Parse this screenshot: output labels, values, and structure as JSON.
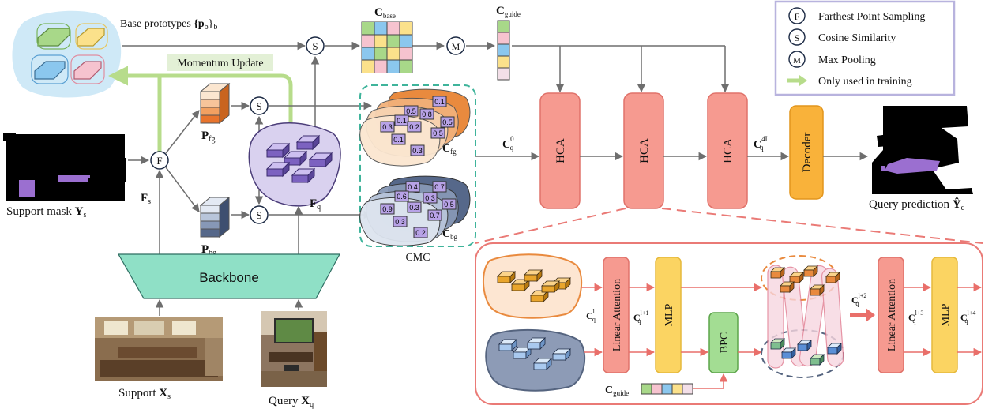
{
  "labels": {
    "base_prototypes": "Base prototypes",
    "base_prototypes_math": "{p",
    "base_prototypes_sub": "b",
    "base_prototypes_close": "}",
    "base_prototypes_sub2": "b",
    "momentum_update": "Momentum Update",
    "c_base": "C",
    "c_base_sub": "base",
    "c_guide": "C",
    "c_guide_sub": "guide",
    "cmc": "CMC",
    "support_mask": "Support mask",
    "support_mask_math": "Y",
    "support_mask_sub": "s",
    "fs": "F",
    "fs_sub": "s",
    "fq": "F",
    "fq_sub": "q",
    "pfg": "P",
    "pfg_sub": "fg",
    "pbg": "P",
    "pbg_sub": "bg",
    "cfg": "C",
    "cfg_sub": "fg",
    "cbg": "C",
    "cbg_sub": "bg",
    "cq0": "C",
    "cq0_sub": "q",
    "cq0_sup": "0",
    "cq4l": "C",
    "cq4l_sub": "q",
    "cq4l_sup": "4L",
    "backbone": "Backbone",
    "support": "Support",
    "support_math": "X",
    "support_sub": "s",
    "query": "Query",
    "query_math": "X",
    "query_sub": "q",
    "query_prediction": "Query prediction",
    "query_prediction_math": "Ŷ",
    "query_prediction_sub": "q",
    "hca": "HCA",
    "decoder": "Decoder",
    "linear_attention": "Linear Attention",
    "mlp": "MLP",
    "bpc": "BPC",
    "cql": "C",
    "cql_sub": "q",
    "cql_sup": "l",
    "cql1": "C",
    "cql1_sub": "q",
    "cql1_sup": "l+1",
    "cql2": "C",
    "cql2_sub": "q",
    "cql2_sup": "l+2",
    "cql3": "C",
    "cql3_sub": "q",
    "cql3_sup": "l+3",
    "cql4": "C",
    "cql4_sub": "q",
    "cql4_sup": "l+4",
    "cguide_bottom": "C",
    "cguide_bottom_sub": "guide"
  },
  "ops": {
    "f": "F",
    "s": "S",
    "m": "M"
  },
  "legend": [
    {
      "symbol": "F",
      "label": "Farthest Point Sampling"
    },
    {
      "symbol": "S",
      "label": "Cosine Similarity"
    },
    {
      "symbol": "M",
      "label": "Max Pooling"
    },
    {
      "symbol": "arrow",
      "label": "Only used in training"
    }
  ],
  "fg_values": [
    "0.5",
    "0.1",
    "0.8",
    "0.5",
    "0.1",
    "0.3",
    "0.2",
    "0.5",
    "0.1",
    "0.3"
  ],
  "bg_values": [
    "0.4",
    "0.7",
    "0.6",
    "0.3",
    "0.5",
    "0.9",
    "0.3",
    "0.7",
    "0.3",
    "0.2"
  ],
  "colors": {
    "hca_fill": "#f69a90",
    "hca_stroke": "#e0726a",
    "decoder_fill": "#f9b23a",
    "decoder_stroke": "#e2951d",
    "backbone_fill": "#8fe0c6",
    "la_fill": "#f69a90",
    "mlp_fill": "#fbd462",
    "bpc_fill": "#a3dd93",
    "momentum_green": "#b7dc8b",
    "legend_border": "#b8b3de",
    "detail_border": "#ea7a76",
    "cmc_border": "#3fb49b"
  }
}
